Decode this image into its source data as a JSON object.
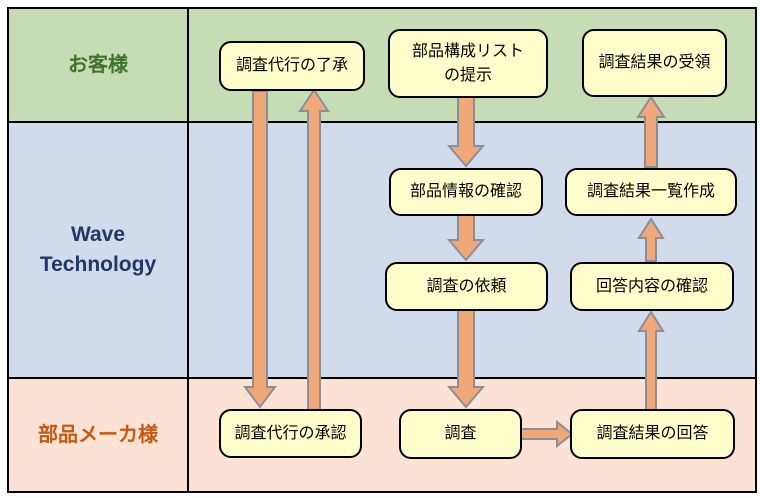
{
  "lanes": [
    {
      "id": "customer",
      "label": "お客様",
      "bg": "#c5dcb4",
      "text_color": "#40722c"
    },
    {
      "id": "wave-technology",
      "label": "Wave\nTechnology",
      "bg": "#d2dbec",
      "text_color": "#203864"
    },
    {
      "id": "parts-maker",
      "label": "部品メーカ様",
      "bg": "#fbe2d5",
      "text_color": "#c65911"
    }
  ],
  "nodes": {
    "approve_request": {
      "label": "調査代行の了承",
      "lane": "お客様"
    },
    "present_parts_list": {
      "label": "部品構成リスト\nの提示",
      "lane": "お客様"
    },
    "receive_results": {
      "label": "調査結果の受領",
      "lane": "お客様"
    },
    "confirm_parts_info": {
      "label": "部品情報の確認",
      "lane": "Wave Technology"
    },
    "create_results_list": {
      "label": "調査結果一覧作成",
      "lane": "Wave Technology"
    },
    "request_survey": {
      "label": "調査の依頼",
      "lane": "Wave Technology"
    },
    "confirm_answers": {
      "label": "回答内容の確認",
      "lane": "Wave Technology"
    },
    "approve_agency": {
      "label": "調査代行の承認",
      "lane": "部品メーカ様"
    },
    "survey": {
      "label": "調査",
      "lane": "部品メーカ様"
    },
    "answer_results": {
      "label": "調査結果の回答",
      "lane": "部品メーカ様"
    }
  },
  "arrows": [
    {
      "from": "調査代行の了承",
      "to": "調査代行の承認",
      "direction": "down"
    },
    {
      "from": "調査代行の承認",
      "to": "調査代行の了承",
      "direction": "up"
    },
    {
      "from": "部品構成リストの提示",
      "to": "部品情報の確認",
      "direction": "down"
    },
    {
      "from": "部品情報の確認",
      "to": "調査の依頼",
      "direction": "down"
    },
    {
      "from": "調査の依頼",
      "to": "調査",
      "direction": "down"
    },
    {
      "from": "調査",
      "to": "調査結果の回答",
      "direction": "right"
    },
    {
      "from": "調査結果の回答",
      "to": "回答内容の確認",
      "direction": "up"
    },
    {
      "from": "回答内容の確認",
      "to": "調査結果一覧作成",
      "direction": "up"
    },
    {
      "from": "調査結果一覧作成",
      "to": "調査結果の受領",
      "direction": "up"
    }
  ],
  "colors": {
    "node_bg": "#ffffcc",
    "node_border": "#000000",
    "arrow_fill": "#f1a879",
    "arrow_stroke": "#8a8f96",
    "grid_border": "#000000",
    "page_bg": "#ffffff"
  }
}
